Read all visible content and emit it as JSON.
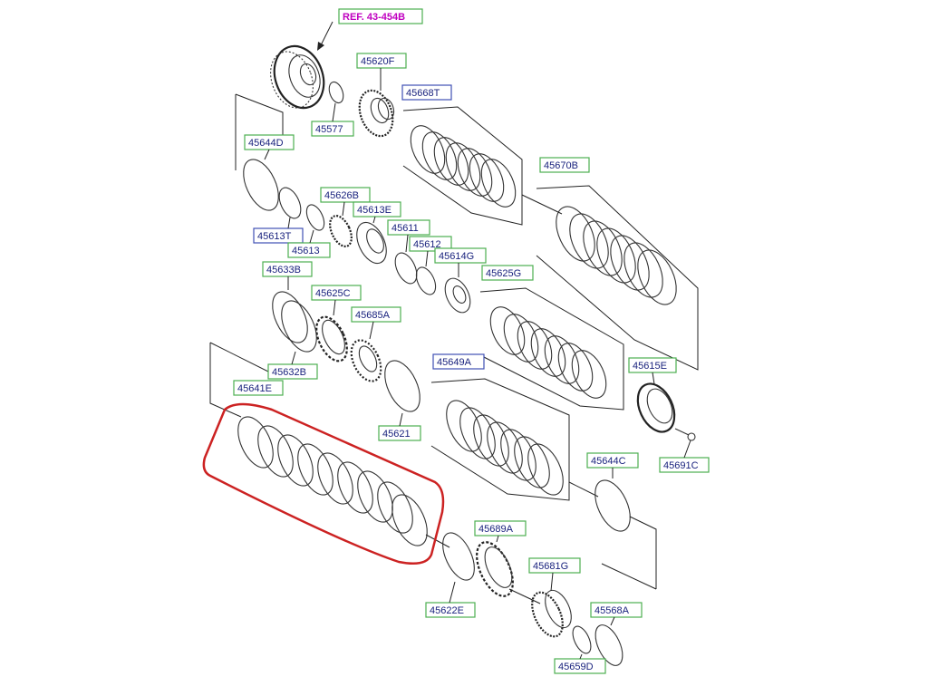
{
  "colors": {
    "label_border": "#4caf50",
    "label_border_alt": "#3f51b5",
    "label_text": "#1a237e",
    "ref_text": "#c000c0",
    "highlight": "#cc2222",
    "line": "#222222"
  },
  "labels": {
    "ref": "REF. 43-454B",
    "p45620F": "45620F",
    "p45577": "45577",
    "p45668T": "45668T",
    "p45644D": "45644D",
    "p45670B": "45670B",
    "p45626B": "45626B",
    "p45613E": "45613E",
    "p45611": "45611",
    "p45612": "45612",
    "p45613T": "45613T",
    "p45613": "45613",
    "p45614G": "45614G",
    "p45633B": "45633B",
    "p45625C": "45625C",
    "p45625G": "45625G",
    "p45685A": "45685A",
    "p45632B": "45632B",
    "p45649A": "45649A",
    "p45615E": "45615E",
    "p45641E": "45641E",
    "p45621": "45621",
    "p45644C": "45644C",
    "p45691C": "45691C",
    "p45689A": "45689A",
    "p45681G": "45681G",
    "p45622E": "45622E",
    "p45568A": "45568A",
    "p45659D": "45659D"
  }
}
